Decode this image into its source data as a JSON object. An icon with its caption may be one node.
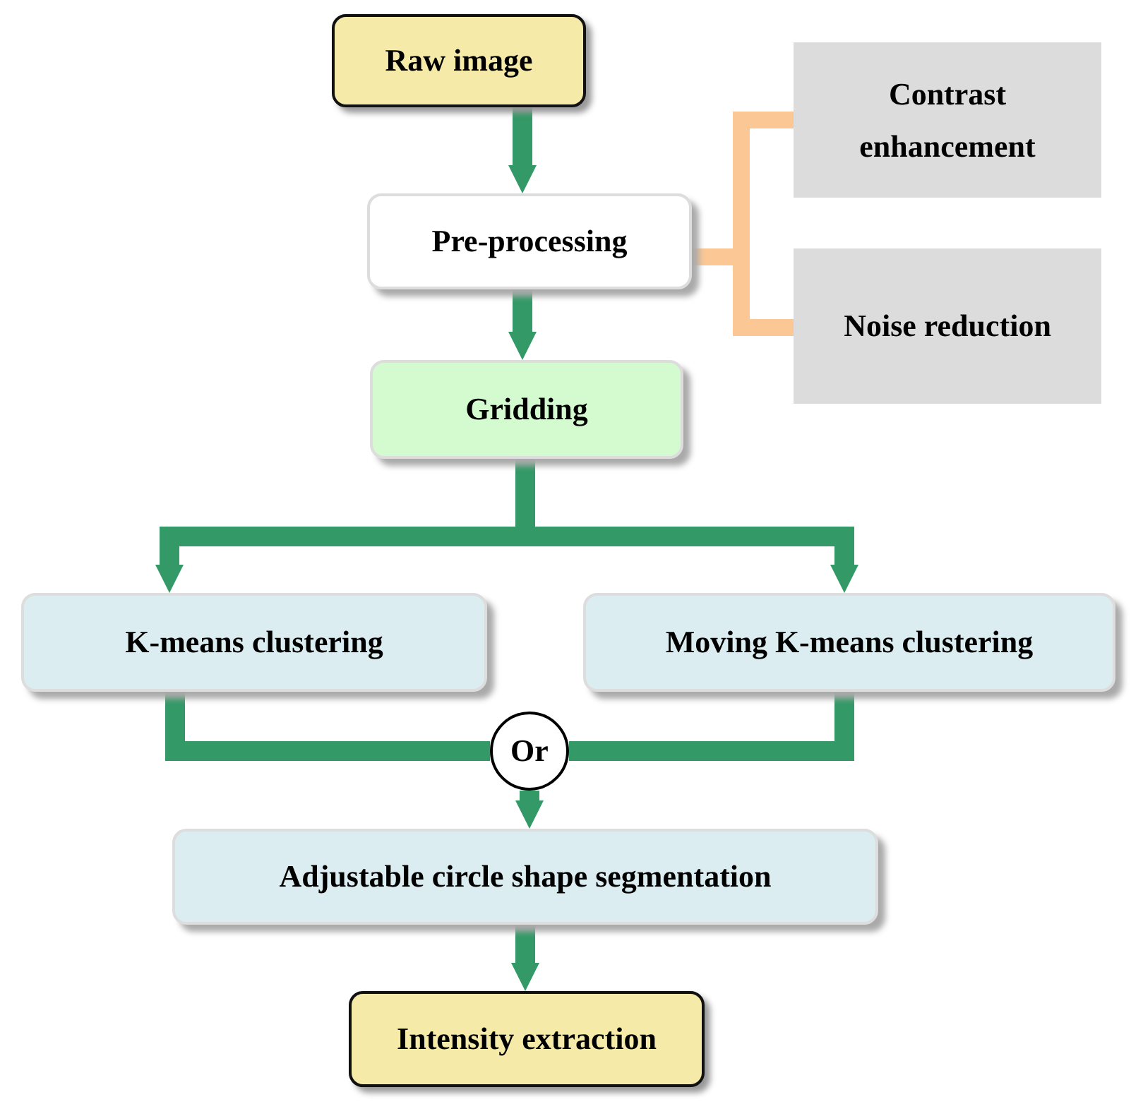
{
  "diagram": {
    "nodes": [
      {
        "text": [
          "Raw image"
        ]
      },
      {
        "text": [
          "Pre-processing"
        ]
      },
      {
        "text": [
          "Contrast enhancement"
        ]
      },
      {
        "text": [
          "Noise reduction"
        ]
      },
      {
        "text": [
          "Gridding"
        ]
      },
      {
        "text": [
          "K-means clustering"
        ]
      },
      {
        "text": [
          "Moving K-means clustering"
        ]
      },
      {
        "text": [
          "Or"
        ]
      },
      {
        "text": [
          "Adjustable circle shape segmentation"
        ]
      },
      {
        "text": [
          "Intensity extraction"
        ]
      }
    ],
    "edges": [
      {
        "from": 0,
        "to": 1,
        "arrow": "to"
      },
      {
        "from": 1,
        "to": 2,
        "arrow": "none",
        "color": "#fbc795"
      },
      {
        "from": 1,
        "to": 3,
        "arrow": "none",
        "color": "#fbc795"
      },
      {
        "from": 1,
        "to": 4,
        "arrow": "to"
      },
      {
        "from": 4,
        "to": 5,
        "arrow": "to"
      },
      {
        "from": 4,
        "to": 6,
        "arrow": "to"
      },
      {
        "from": 5,
        "to": 7,
        "arrow": "none"
      },
      {
        "from": 6,
        "to": 7,
        "arrow": "none"
      },
      {
        "from": 7,
        "to": 8,
        "arrow": "to"
      },
      {
        "from": 8,
        "to": 9,
        "arrow": "to"
      }
    ]
  }
}
